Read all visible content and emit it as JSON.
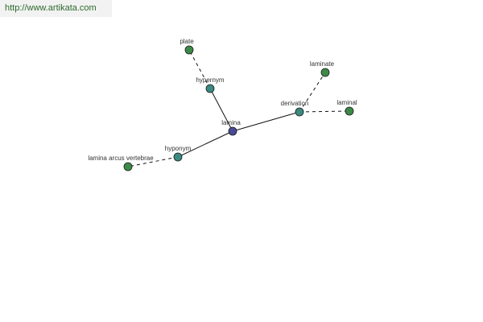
{
  "header": {
    "url_text": "http://www.artikata.com"
  },
  "colors": {
    "center_node": "#4a4a96",
    "relation_node": "#3a8a82",
    "word_node": "#3d8a48",
    "url_text": "#2d6a2d",
    "banner_bg": "#f2f2f2"
  },
  "graph": {
    "nodes": [
      {
        "id": "lamina",
        "label": "lamina",
        "kind": "center"
      },
      {
        "id": "hypernym",
        "label": "hypernym",
        "kind": "relation"
      },
      {
        "id": "plate",
        "label": "plate",
        "kind": "word"
      },
      {
        "id": "derivation",
        "label": "derivation",
        "kind": "relation"
      },
      {
        "id": "laminate",
        "label": "laminate",
        "kind": "word"
      },
      {
        "id": "laminal",
        "label": "laminal",
        "kind": "word"
      },
      {
        "id": "hyponym",
        "label": "hyponym",
        "kind": "relation"
      },
      {
        "id": "lamina-arcus-vertebrae",
        "label": "lamina arcus vertebrae",
        "kind": "word"
      }
    ],
    "edges": [
      {
        "from": "lamina",
        "to": "hypernym",
        "style": "solid"
      },
      {
        "from": "hypernym",
        "to": "plate",
        "style": "dashed"
      },
      {
        "from": "lamina",
        "to": "derivation",
        "style": "solid"
      },
      {
        "from": "derivation",
        "to": "laminate",
        "style": "dashed"
      },
      {
        "from": "derivation",
        "to": "laminal",
        "style": "dashed"
      },
      {
        "from": "lamina",
        "to": "hyponym",
        "style": "solid"
      },
      {
        "from": "hyponym",
        "to": "lamina-arcus-vertebrae",
        "style": "dashed"
      }
    ]
  }
}
